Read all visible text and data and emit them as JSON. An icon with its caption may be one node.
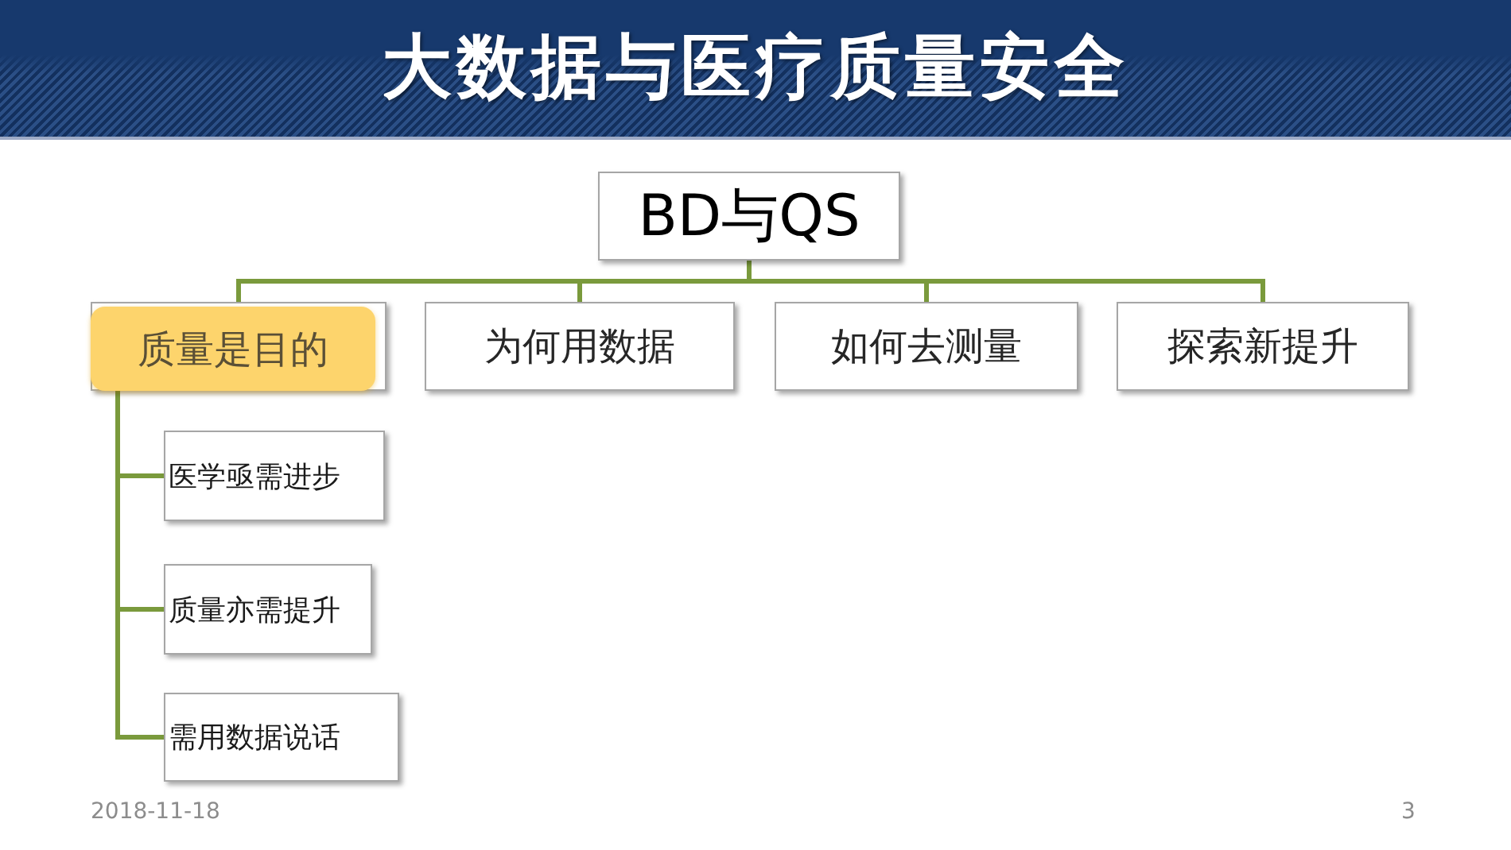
{
  "diagram": {
    "title": "大数据与医疗质量安全",
    "nodes": [
      {
        "text": [
          "BD与QS"
        ]
      },
      {
        "text": [
          "质量是目的"
        ]
      },
      {
        "text": [
          "为何用数据"
        ]
      },
      {
        "text": [
          "如何去测量"
        ]
      },
      {
        "text": [
          "探索新提升"
        ]
      },
      {
        "text": [
          "医学亟需进步"
        ]
      },
      {
        "text": [
          "质量亦需提升"
        ]
      },
      {
        "text": [
          "需用数据说话"
        ]
      }
    ],
    "edges": [
      {
        "from": 0,
        "to": 1,
        "arrow": "none"
      },
      {
        "from": 0,
        "to": 2,
        "arrow": "none"
      },
      {
        "from": 0,
        "to": 3,
        "arrow": "none"
      },
      {
        "from": 0,
        "to": 4,
        "arrow": "none"
      },
      {
        "from": 1,
        "to": 5,
        "arrow": "none"
      },
      {
        "from": 1,
        "to": 6,
        "arrow": "none"
      },
      {
        "from": 1,
        "to": 7,
        "arrow": "none"
      }
    ],
    "labels": [
      "2018-11-18",
      "3"
    ]
  }
}
